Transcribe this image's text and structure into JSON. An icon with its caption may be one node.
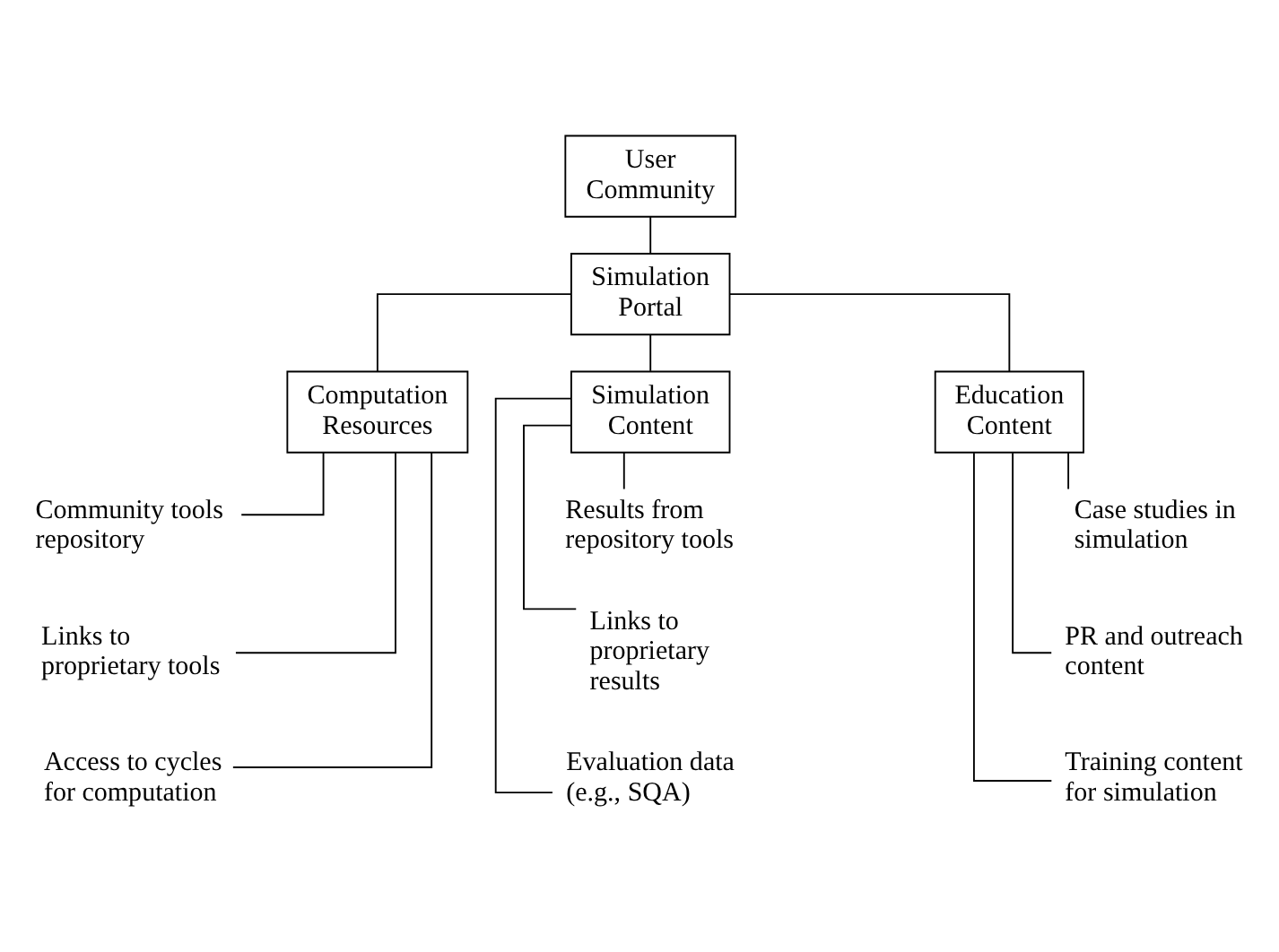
{
  "diagram": {
    "nodes": [
      {
        "text": [
          "User Community"
        ]
      },
      {
        "text": [
          "Simulation Portal"
        ]
      },
      {
        "text": [
          "Computation Resources"
        ]
      },
      {
        "text": [
          "Simulation Content"
        ]
      },
      {
        "text": [
          "Education Content"
        ]
      },
      {
        "text": [
          "Community tools repository"
        ]
      },
      {
        "text": [
          "Links to proprietary tools"
        ]
      },
      {
        "text": [
          "Access to cycles for computation"
        ]
      },
      {
        "text": [
          "Results from repository tools"
        ]
      },
      {
        "text": [
          "Links to proprietary results"
        ]
      },
      {
        "text": [
          "Evaluation data (e.g., SQA)"
        ]
      },
      {
        "text": [
          "Case studies in simulation"
        ]
      },
      {
        "text": [
          "PR and outreach content"
        ]
      },
      {
        "text": [
          "Training content for simulation"
        ]
      }
    ],
    "edges": [
      {
        "from": 0,
        "to": 1,
        "arrow": "none"
      },
      {
        "from": 1,
        "to": 2,
        "arrow": "none"
      },
      {
        "from": 1,
        "to": 3,
        "arrow": "none"
      },
      {
        "from": 1,
        "to": 4,
        "arrow": "none"
      },
      {
        "from": 2,
        "to": 5,
        "arrow": "none"
      },
      {
        "from": 2,
        "to": 6,
        "arrow": "none"
      },
      {
        "from": 2,
        "to": 7,
        "arrow": "none"
      },
      {
        "from": 3,
        "to": 8,
        "arrow": "none"
      },
      {
        "from": 3,
        "to": 9,
        "arrow": "none"
      },
      {
        "from": 3,
        "to": 10,
        "arrow": "none"
      },
      {
        "from": 4,
        "to": 11,
        "arrow": "none"
      },
      {
        "from": 4,
        "to": 12,
        "arrow": "none"
      },
      {
        "from": 4,
        "to": 13,
        "arrow": "none"
      }
    ]
  }
}
